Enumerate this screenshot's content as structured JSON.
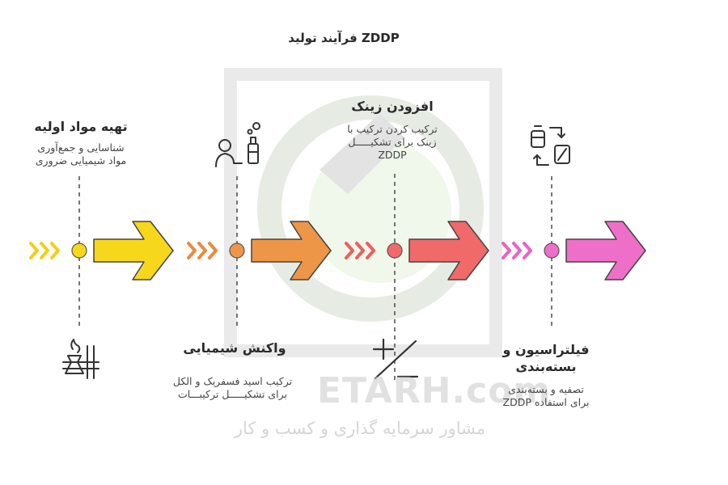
{
  "diagram": {
    "title": "ZDDP فرآیند تولید",
    "stages": [
      {
        "title": "تهیه مواد اولیه",
        "description_lines": [
          "شناسایی و جمع‌آوری",
          "مواد شیمیایی ضروری"
        ],
        "color": "#f6d71c",
        "chevron_color": "#f2cf1a",
        "icon": "flask-burner-icon"
      },
      {
        "title": "واکنش شیمیایی",
        "description_lines": [
          "ترکیب اسید فسفریک و الکل",
          "برای تشکیـــــل ترکیبـــات"
        ],
        "color": "#ee9647",
        "chevron_color": "#ec8a3c",
        "icon": "scientist-bottle-icon"
      },
      {
        "title": "افزودن زینک",
        "description_lines": [
          "ترکیب کردن ترکیب با",
          "زینک برای تشکیـــــل",
          "ZDDP"
        ],
        "color": "#f06a6a",
        "chevron_color": "#ee5f5f",
        "icon": "plus-minus-icon"
      },
      {
        "title_lines": [
          "فیلتراسیون و",
          "بسته‌بندی"
        ],
        "description_lines": [
          "تصفیه و بسته‌بندی",
          "برای استفاده ZDDP"
        ],
        "color": "#ee6fc8",
        "chevron_color": "#e864c2",
        "icon": "swap-containers-icon"
      }
    ]
  },
  "watermark": {
    "url": "ETARH.com",
    "tagline": "مشاور سرمایه گذاری و کسب و کار"
  }
}
